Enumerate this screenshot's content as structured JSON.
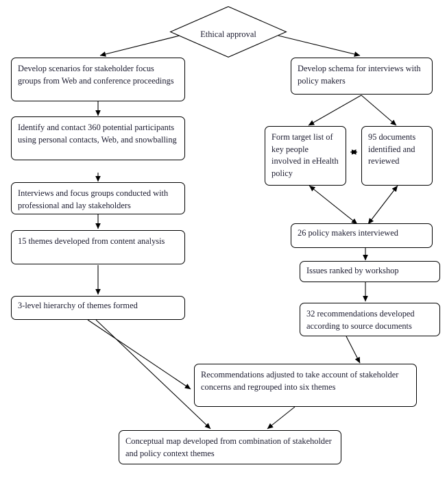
{
  "diagram": {
    "title": "Research process flowchart",
    "background_color": "#ffffff",
    "line_color": "#000000",
    "text_color": "#1a1a2e"
  },
  "nodes": {
    "ethical_approval": "Ethical approval",
    "develop_scenarios": "Develop scenarios for stakeholder focus groups from Web and conference proceedings",
    "identify_contact": "Identify and contact 360 potential participants using personal contacts, Web, and snowballing",
    "interviews_focus_groups": "Interviews and focus groups conducted with professional and lay stakeholders",
    "themes_developed": "15 themes developed from content analysis",
    "hierarchy_formed": "3-level hierarchy of themes formed",
    "develop_schema": "Develop schema for interviews with policy makers",
    "form_target_list": "Form target list of key people involved in eHealth policy",
    "documents_reviewed": "95 documents identified and reviewed",
    "policy_makers_interviewed": "26 policy makers interviewed",
    "issues_ranked": "Issues ranked by workshop",
    "recommendations_developed": "32 recommendations developed according to source documents",
    "recommendations_adjusted": "Recommendations adjusted to take account of stakeholder concerns and regrouped into six themes",
    "conceptual_map": "Conceptual map developed from combination of stakeholder and policy context themes"
  },
  "edges": [
    {
      "name": "ethical-to-develop-scenarios",
      "from": "ethical_approval",
      "to": "develop_scenarios",
      "style": "single"
    },
    {
      "name": "ethical-to-develop-schema",
      "from": "ethical_approval",
      "to": "develop_schema",
      "style": "single"
    },
    {
      "name": "develop-scenarios-to-identify-contact",
      "from": "develop_scenarios",
      "to": "identify_contact",
      "style": "single"
    },
    {
      "name": "identify-contact-to-interviews",
      "from": "identify_contact",
      "to": "interviews_focus_groups",
      "style": "single"
    },
    {
      "name": "interviews-to-themes",
      "from": "interviews_focus_groups",
      "to": "themes_developed",
      "style": "single"
    },
    {
      "name": "themes-to-hierarchy",
      "from": "themes_developed",
      "to": "hierarchy_formed",
      "style": "single"
    },
    {
      "name": "hierarchy-to-recommendations-adjusted",
      "from": "hierarchy_formed",
      "to": "recommendations_adjusted",
      "style": "single"
    },
    {
      "name": "hierarchy-to-conceptual-map",
      "from": "hierarchy_formed",
      "to": "conceptual_map",
      "style": "single"
    },
    {
      "name": "schema-to-target-list",
      "from": "develop_schema",
      "to": "form_target_list",
      "style": "single"
    },
    {
      "name": "schema-to-documents",
      "from": "develop_schema",
      "to": "documents_reviewed",
      "style": "single"
    },
    {
      "name": "target-list-to-documents",
      "from": "form_target_list",
      "to": "documents_reviewed",
      "style": "double"
    },
    {
      "name": "target-list-to-policy-makers",
      "from": "form_target_list",
      "to": "policy_makers_interviewed",
      "style": "double"
    },
    {
      "name": "documents-to-policy-makers",
      "from": "documents_reviewed",
      "to": "policy_makers_interviewed",
      "style": "double"
    },
    {
      "name": "policy-makers-to-issues-ranked",
      "from": "policy_makers_interviewed",
      "to": "issues_ranked",
      "style": "single"
    },
    {
      "name": "issues-ranked-to-recommendations",
      "from": "issues_ranked",
      "to": "recommendations_developed",
      "style": "single"
    },
    {
      "name": "recommendations-to-adjusted",
      "from": "recommendations_developed",
      "to": "recommendations_adjusted",
      "style": "single"
    },
    {
      "name": "adjusted-to-conceptual-map",
      "from": "recommendations_adjusted",
      "to": "conceptual_map",
      "style": "single"
    }
  ]
}
